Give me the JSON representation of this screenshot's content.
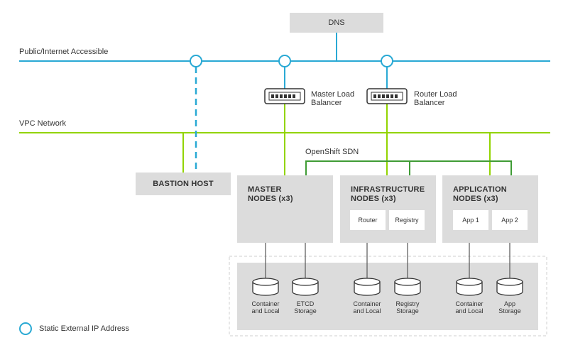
{
  "dns": {
    "label": "DNS"
  },
  "networks": {
    "public": "Public/Internet Accessible",
    "vpc": "VPC Network",
    "sdn": "OpenShift SDN"
  },
  "load_balancers": {
    "master": "Master Load\nBalancer",
    "router": "Router Load\nBalancer"
  },
  "bastion": {
    "label": "BASTION HOST"
  },
  "node_groups": [
    {
      "title": "MASTER\nNODES (x3)",
      "components": []
    },
    {
      "title": "INFRASTRUCTURE\nNODES (x3)",
      "components": [
        "Router",
        "Registry"
      ]
    },
    {
      "title": "APPLICATION\nNODES (x3)",
      "components": [
        "App 1",
        "App 2"
      ]
    }
  ],
  "storage": [
    {
      "label": "Container\nand Local"
    },
    {
      "label": "ETCD\nStorage"
    },
    {
      "label": "Container\nand Local"
    },
    {
      "label": "Registry\nStorage"
    },
    {
      "label": "Container\nand Local"
    },
    {
      "label": "App\nStorage"
    }
  ],
  "legend": {
    "label": "Static External IP Address"
  },
  "colors": {
    "public_line": "#29a9d4",
    "vpc_line": "#92d400",
    "sdn_line": "#3f9c35",
    "box_fill": "#dcdcdc"
  }
}
